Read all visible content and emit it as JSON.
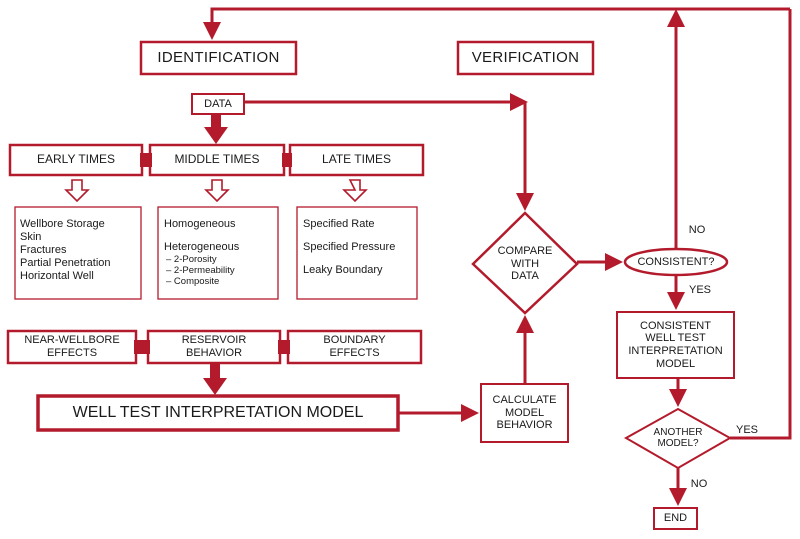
{
  "colors": {
    "accent": "#b31b2c",
    "text": "#1a1a1a",
    "background": "#ffffff"
  },
  "headers": {
    "identification": "IDENTIFICATION",
    "verification": "VERIFICATION"
  },
  "data_box": "DATA",
  "periods": {
    "early": "EARLY TIMES",
    "middle": "MIDDLE TIMES",
    "late": "LATE TIMES"
  },
  "early_list": [
    "Wellbore Storage",
    "Skin",
    "Fractures",
    "Partial Penetration",
    "Horizontal Well"
  ],
  "middle_list": {
    "homogeneous": "Homogeneous",
    "heterogeneous": "Heterogeneous",
    "sub": [
      "– 2-Porosity",
      "– 2-Permeability",
      "– Composite"
    ]
  },
  "late_list": [
    "Specified Rate",
    "Specified Pressure",
    "Leaky Boundary"
  ],
  "effects": {
    "near_wellbore": [
      "NEAR-WELLBORE",
      "EFFECTS"
    ],
    "reservoir": [
      "RESERVOIR",
      "BEHAVIOR"
    ],
    "boundary": [
      "BOUNDARY",
      "EFFECTS"
    ]
  },
  "model_box": "WELL TEST INTERPRETATION MODEL",
  "calculate": [
    "CALCULATE",
    "MODEL",
    "BEHAVIOR"
  ],
  "compare": [
    "COMPARE",
    "WITH",
    "DATA"
  ],
  "consistent_q": "CONSISTENT?",
  "no_label_1": "NO",
  "yes_label_1": "YES",
  "consistent_model": [
    "CONSISTENT",
    "WELL TEST",
    "INTERPRETATION",
    "MODEL"
  ],
  "another_q": [
    "ANOTHER",
    "MODEL?"
  ],
  "yes_label_2": "YES",
  "no_label_2": "NO",
  "end_box": "END"
}
